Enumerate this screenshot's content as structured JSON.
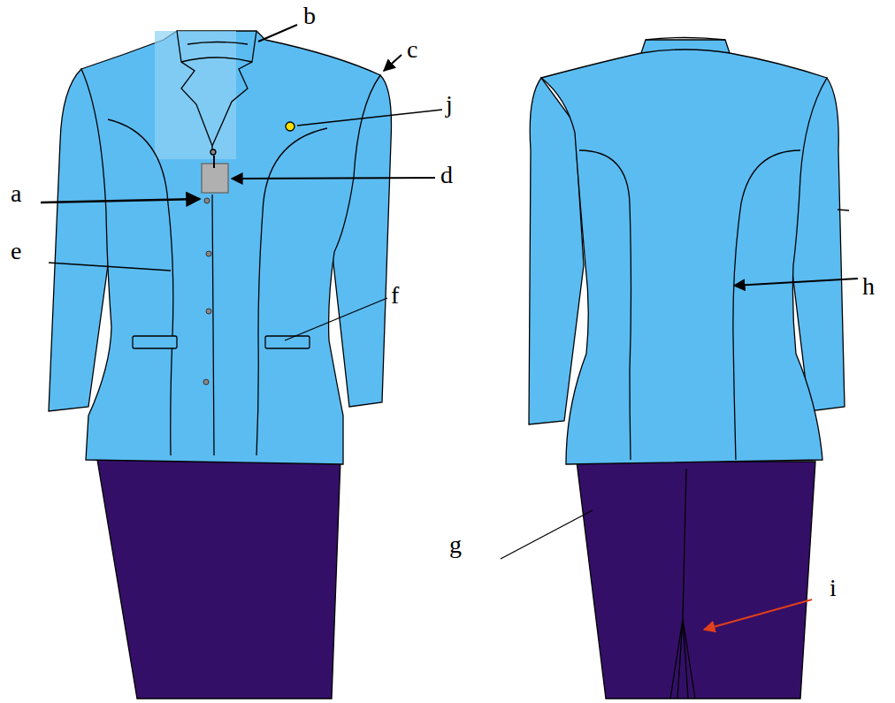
{
  "diagram": {
    "labels": [
      "b",
      "c",
      "j",
      "d",
      "a",
      "e",
      "f",
      "h",
      "g",
      "i"
    ]
  }
}
